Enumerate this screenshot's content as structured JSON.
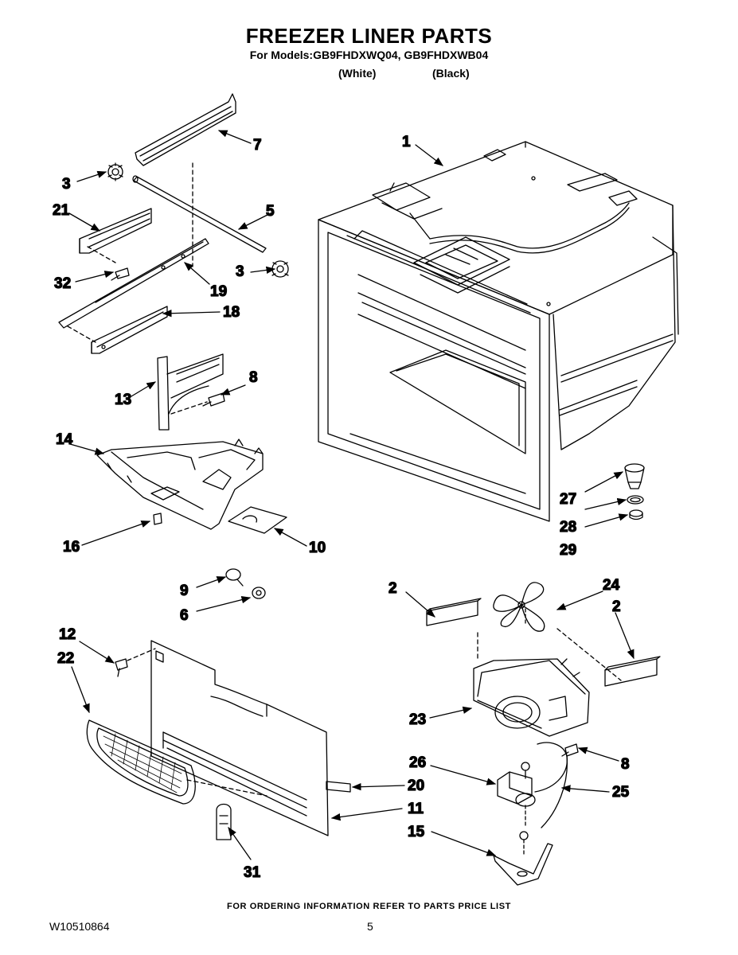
{
  "header": {
    "title": "FREEZER LINER PARTS",
    "subtitle": "For Models:GB9FHDXWQ04, GB9FHDXWB04",
    "variant_white": "(White)",
    "variant_black": "(Black)"
  },
  "callouts": [
    {
      "id": "c1",
      "label": "1"
    },
    {
      "id": "c7",
      "label": "7"
    },
    {
      "id": "c3a",
      "label": "3"
    },
    {
      "id": "c21",
      "label": "21"
    },
    {
      "id": "c5",
      "label": "5"
    },
    {
      "id": "c3b",
      "label": "3"
    },
    {
      "id": "c32",
      "label": "32"
    },
    {
      "id": "c19",
      "label": "19"
    },
    {
      "id": "c18",
      "label": "18"
    },
    {
      "id": "c8a",
      "label": "8"
    },
    {
      "id": "c13",
      "label": "13"
    },
    {
      "id": "c14",
      "label": "14"
    },
    {
      "id": "c27",
      "label": "27"
    },
    {
      "id": "c28",
      "label": "28"
    },
    {
      "id": "c29",
      "label": "29"
    },
    {
      "id": "c16",
      "label": "16"
    },
    {
      "id": "c10",
      "label": "10"
    },
    {
      "id": "c9",
      "label": "9"
    },
    {
      "id": "c6",
      "label": "6"
    },
    {
      "id": "c2a",
      "label": "2"
    },
    {
      "id": "c24",
      "label": "24"
    },
    {
      "id": "c2b",
      "label": "2"
    },
    {
      "id": "c12",
      "label": "12"
    },
    {
      "id": "c22",
      "label": "22"
    },
    {
      "id": "c23",
      "label": "23"
    },
    {
      "id": "c26",
      "label": "26"
    },
    {
      "id": "c8b",
      "label": "8"
    },
    {
      "id": "c20",
      "label": "20"
    },
    {
      "id": "c25",
      "label": "25"
    },
    {
      "id": "c11",
      "label": "11"
    },
    {
      "id": "c15",
      "label": "15"
    },
    {
      "id": "c31",
      "label": "31"
    }
  ],
  "footer": {
    "ordering_note": "FOR ORDERING INFORMATION REFER TO PARTS PRICE LIST",
    "document_id": "W10510864",
    "page_number": "5"
  }
}
